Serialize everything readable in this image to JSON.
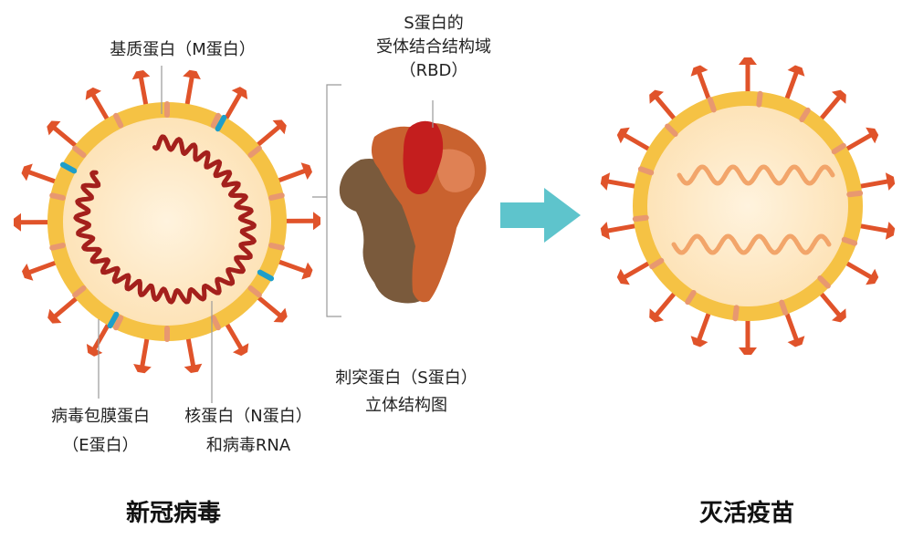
{
  "labels": {
    "m_protein": "基质蛋白（M蛋白）",
    "rbd_line1": "S蛋白的",
    "rbd_line2": "受体结合结构域",
    "rbd_line3": "（RBD）",
    "e_protein_line1": "病毒包膜蛋白",
    "e_protein_line2": "（E蛋白）",
    "n_protein_line1": "核蛋白（N蛋白）",
    "n_protein_line2": "和病毒RNA",
    "spike_line1": "刺突蛋白（S蛋白）",
    "spike_line2": "立体结构图"
  },
  "titles": {
    "virus": "新冠病毒",
    "vaccine": "灭活疫苗"
  },
  "colors": {
    "envelope_ring": "#f5c244",
    "core_fill": "#fde9c4",
    "spike": "#e0532a",
    "m_protein": "#e89870",
    "e_protein": "#1e9ec9",
    "rna_virus": "#a4201c",
    "rna_vaccine": "#f2a56a",
    "arrow": "#5ec4cc",
    "spike_structure_dark": "#7a5a3c",
    "spike_structure_orange": "#c9622f",
    "rbd_red": "#c41e1e"
  },
  "icons": {
    "arrow": "right-arrow-icon"
  }
}
